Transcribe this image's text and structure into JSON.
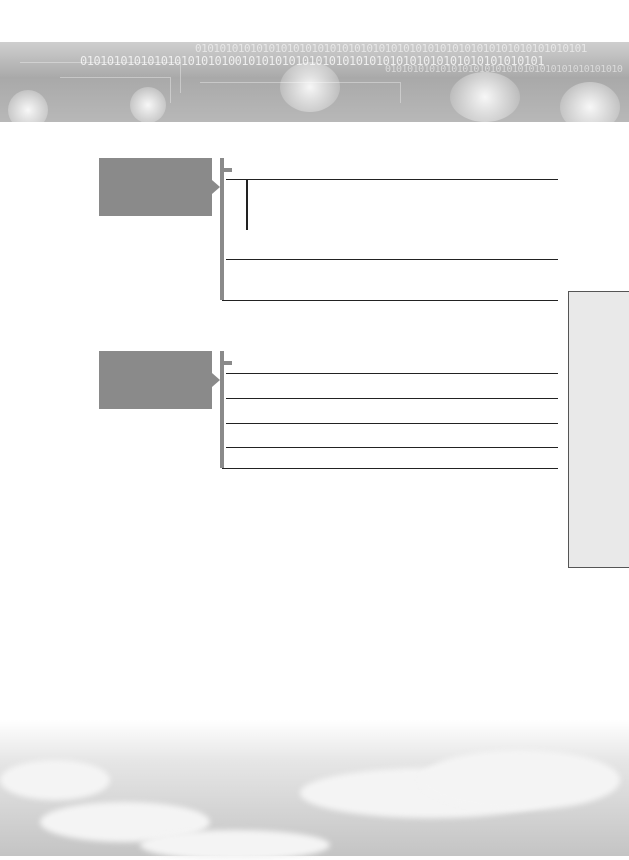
{
  "banner": {
    "binary_line_1": "0101010101010101010101010101010101010101010101010101010101010101",
    "binary_line_2": "010101010101010101010100101010101010101010101010101010101010101010101",
    "binary_line_3": "0101010101010101010101010101010101010101010"
  },
  "colors": {
    "section_box": "#8a8a8a",
    "rule": "#222222",
    "side_tab": "#e9e9e9"
  }
}
